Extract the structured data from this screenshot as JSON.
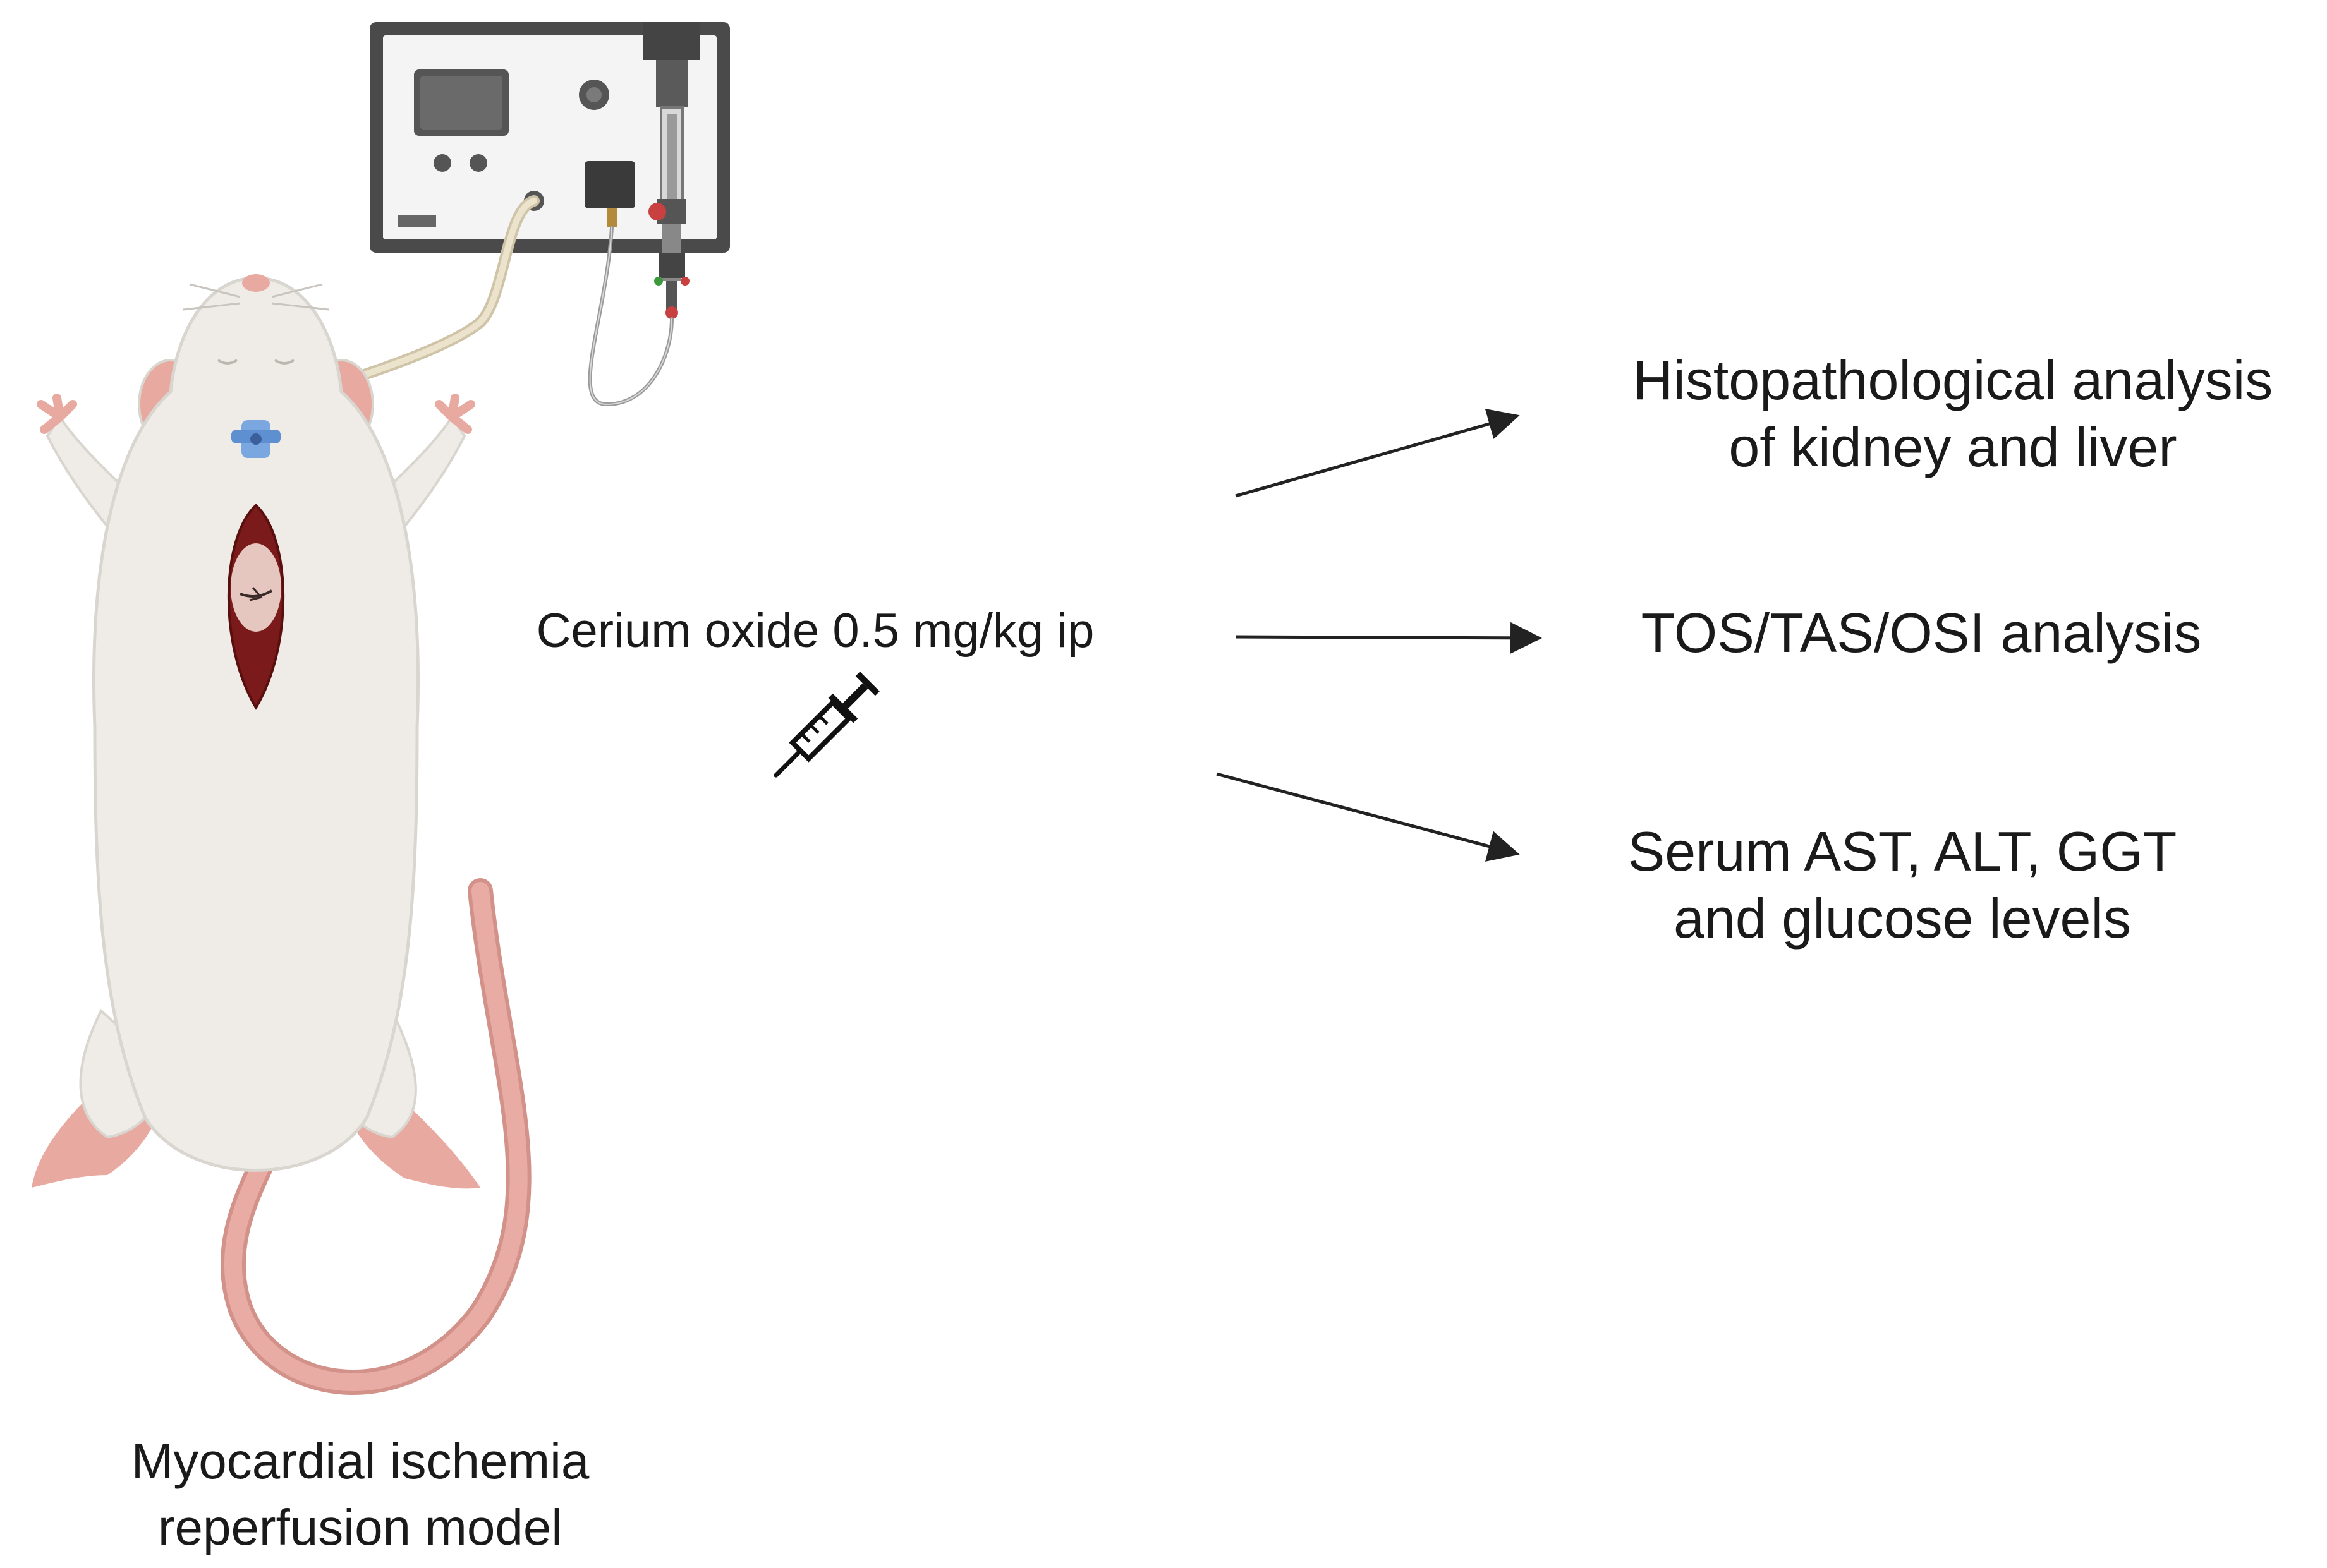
{
  "model_label": {
    "line1": "Myocardial ischemia",
    "line2": "reperfusion model"
  },
  "treatment_label": "Cerium oxide 0.5 mg/kg ip",
  "outcomes": [
    {
      "line1": "Histopathological analysis",
      "line2": "of kidney and liver"
    },
    {
      "line1": "TOS/TAS/OSI analysis",
      "line2": ""
    },
    {
      "line1": "Serum AST, ALT, GGT",
      "line2": "and glucose levels"
    }
  ],
  "icons": {
    "animal": "rat-icon",
    "device": "ventilator-icon",
    "treatment": "syringe-icon",
    "arrows": "arrow-icon"
  },
  "colors": {
    "rat_body": "#efece8",
    "rat_outline": "#d9d5cf",
    "rat_pink": "#e8a9a0",
    "tail": "#e3a59d",
    "heart_cavity": "#7a1a1a",
    "device_frame": "#4a4a4a",
    "device_panel": "#f4f4f4",
    "tube": "#e6dcc4",
    "cannula": "#7aa7e0",
    "arrow": "#222222",
    "text": "#1a1a1a"
  }
}
